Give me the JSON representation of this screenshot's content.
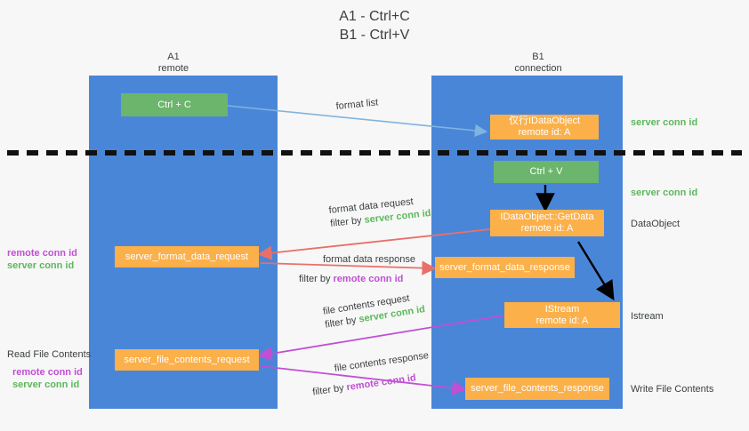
{
  "title": {
    "line1": "A1 - Ctrl+C",
    "line2": "B1 - Ctrl+V"
  },
  "lanes": [
    {
      "name": "A1",
      "sub": "remote"
    },
    {
      "name": "B1",
      "sub": "connection"
    }
  ],
  "boxes": {
    "ctrl_c": {
      "label": "Ctrl + C"
    },
    "ctrl_v": {
      "label": "Ctrl + V"
    },
    "idataobject_top": {
      "line1": "仅行IDataObject",
      "line2": "remote id: A"
    },
    "getdata": {
      "line1": "IDataObject::GetData",
      "line2": "remote id: A"
    },
    "istream": {
      "line1": "IStream",
      "line2": "remote id: A"
    },
    "server_format_data_request": {
      "label": "server_format_data_request"
    },
    "server_format_data_response": {
      "label": "server_format_data_response"
    },
    "server_file_contents_request": {
      "label": "server_file_contents_request"
    },
    "server_file_contents_response": {
      "label": "server_file_contents_response"
    }
  },
  "right_labels": {
    "server_conn_id_1": "server conn id",
    "server_conn_id_2": "server conn id",
    "dataobject": "DataObject",
    "istream": "Istream",
    "write_file_contents": "Write File Contents"
  },
  "left_labels": {
    "remote_conn_id_1": "remote conn id",
    "server_conn_id_1": "server conn id",
    "read_file_contents": "Read File Contents",
    "remote_conn_id_2": "remote conn id",
    "server_conn_id_2": "server conn id"
  },
  "arrow_labels": {
    "format_list": "format list",
    "format_data_request": "format data request",
    "format_data_request_filter_prefix": "filter by ",
    "format_data_request_filter_value": "server conn id",
    "format_data_response": "format data response",
    "format_data_response_filter_prefix": "filter by ",
    "format_data_response_filter_value": "remote conn id",
    "file_contents_request": "file contents request",
    "file_contents_request_filter_prefix": "filter by ",
    "file_contents_request_filter_value": "server conn id",
    "file_contents_response": "file contents response",
    "file_contents_response_filter_prefix": "filter by ",
    "file_contents_response_filter_value": "remote conn id"
  },
  "colors": {
    "lane": "#4a86d8",
    "orange": "#fbb04a",
    "green_box": "#6cb56c",
    "green_text": "#5cb85c",
    "purple_text": "#c14fd4",
    "red_arrow": "#e8706a",
    "magenta_arrow": "#c14fd4",
    "blue_arrow": "#7fb3e0",
    "black_arrow": "#000000",
    "divider": "#111111"
  }
}
